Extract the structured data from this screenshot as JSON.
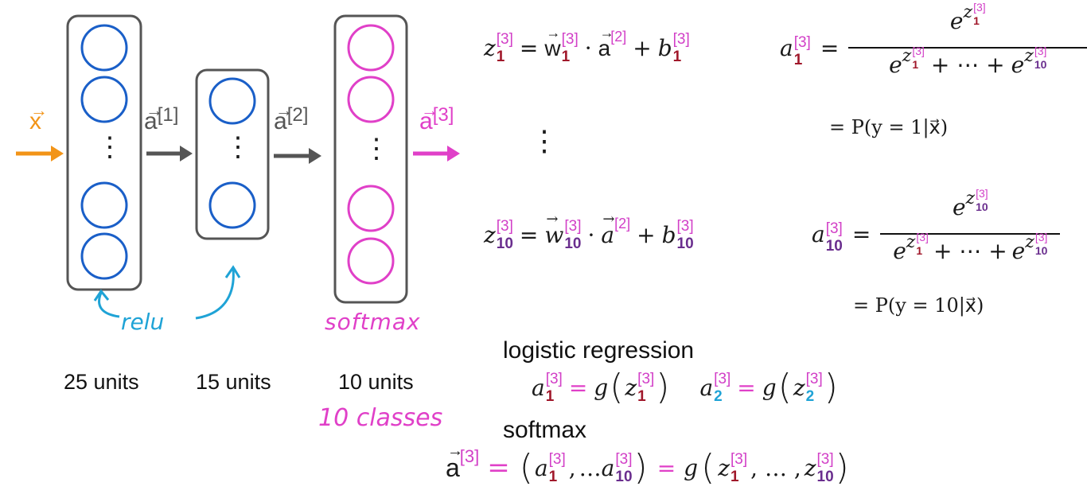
{
  "network": {
    "input_label": "x",
    "act1_label": "a",
    "act1_sup": "[1]",
    "act2_label": "a",
    "act2_sup": "[2]",
    "act3_label": "a",
    "act3_sup": "[3]",
    "vdots": "⋮",
    "relu_label": "relu",
    "softmax_label": "softmax",
    "layer1_units": "25 units",
    "layer2_units": "15 units",
    "layer3_units": "10 units",
    "classes_label": "10 classes"
  },
  "equations": {
    "z": "z",
    "w": "w",
    "a": "a",
    "b": "b",
    "e": "e",
    "g": "g",
    "sup3": "[3]",
    "sup2": "[2]",
    "sub1": "1",
    "sub2": "2",
    "sub10": "10",
    "eq": "=",
    "dot": "·",
    "plus": "+",
    "dots_mid": "+ ⋯ +",
    "vdots": "⋮",
    "p1": "= P(y = 1|x⃗)",
    "p10": "= P(y = 10|x⃗)",
    "comma": ",",
    "ellip": "…",
    "ellip_comma": ", … ,"
  },
  "logistic": {
    "heading": "logistic regression"
  },
  "softmax": {
    "heading": "softmax"
  },
  "colors": {
    "blue": "#1a5fc8",
    "pink": "#e040c8",
    "orange": "#f29418",
    "gray": "#555555",
    "cyan": "#1fa3d6",
    "red": "#a0172a",
    "purple": "#6a2e8e"
  }
}
